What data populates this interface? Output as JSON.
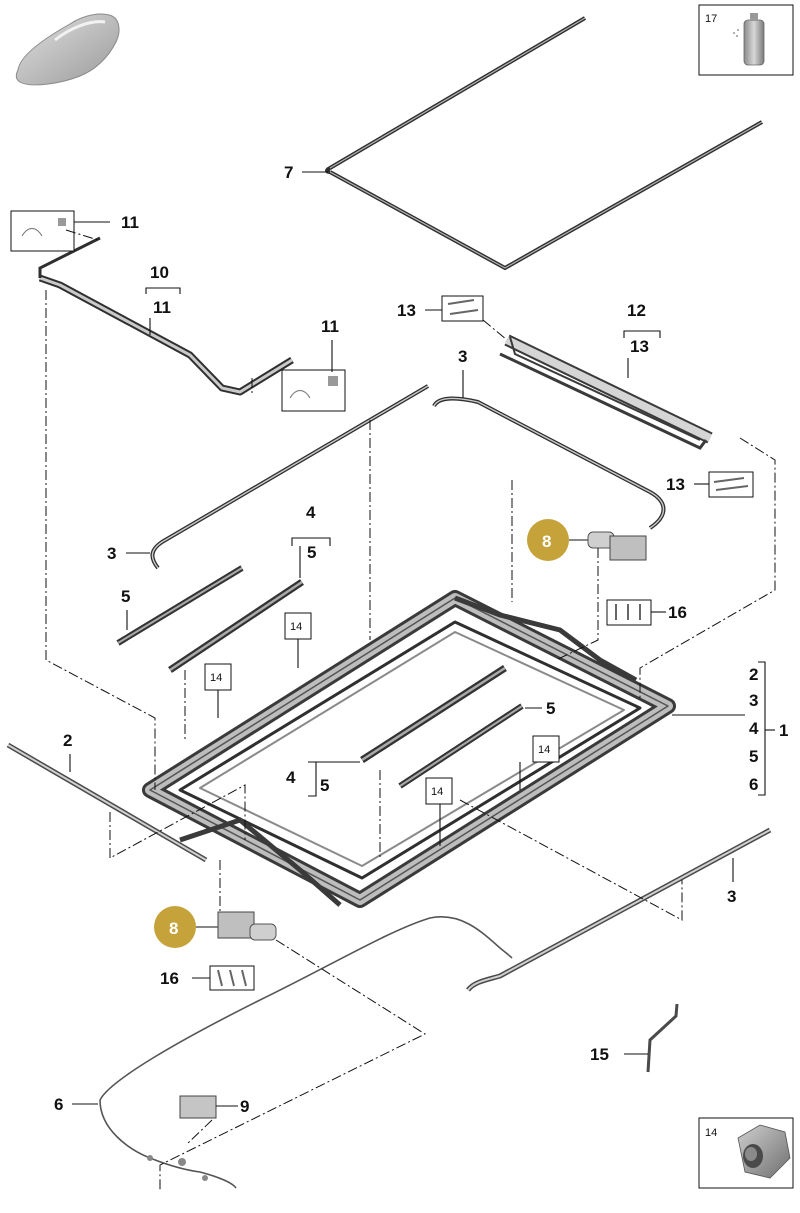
{
  "diagram": {
    "callouts": {
      "c1": "1",
      "c2a": "2",
      "c2b": "2",
      "c3a": "3",
      "c3b": "3",
      "c3c": "3",
      "c3d": "3",
      "c4a": "4",
      "c4b": "4",
      "c4c": "4",
      "c5a": "5",
      "c5b": "5",
      "c5c": "5",
      "c5d": "5",
      "c5e": "5",
      "c6a": "6",
      "c6b": "6",
      "c7": "7",
      "c8a": "8",
      "c8b": "8",
      "c9": "9",
      "c10": "10",
      "c11a": "11",
      "c11b": "11",
      "c11c": "11",
      "c12": "12",
      "c13a": "13",
      "c13b": "13",
      "c13c": "13",
      "c14a": "14",
      "c14b": "14",
      "c14c": "14",
      "c14d": "14",
      "c14e": "14",
      "c15": "15",
      "c16a": "16",
      "c16b": "16",
      "c17": "17"
    },
    "badge_color": "#c6a23a",
    "icons": [
      "car-thumbnail-icon",
      "spray-can-icon",
      "nut-icon"
    ]
  }
}
